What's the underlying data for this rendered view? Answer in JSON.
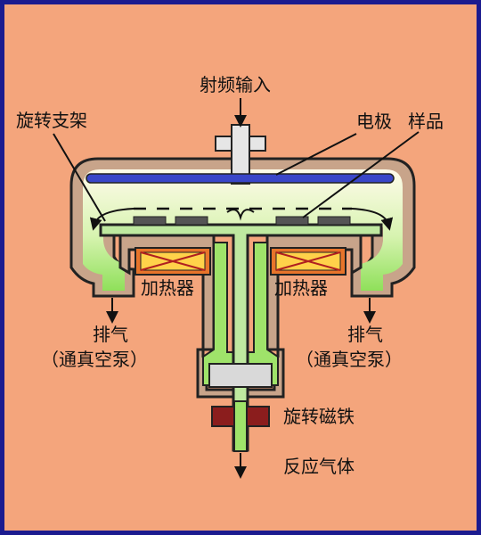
{
  "labels": {
    "rf_input": "射频输入",
    "rotating_support": "旋转支架",
    "electrode": "电极",
    "sample": "样品",
    "heater_left": "加热器",
    "heater_right": "加热器",
    "exhaust_left": "排气",
    "pump_left": "（通真空泵）",
    "exhaust_right": "排气",
    "pump_right": "（通真空泵）",
    "rotating_magnet": "旋转磁铁",
    "reaction_gas": "反应气体"
  },
  "colors": {
    "background": "#f4a57c",
    "border": "#1b1b8f",
    "wall": "#c8a48a",
    "gas": "#9fe36a",
    "electrode": "#3a46c8",
    "heater": "#e8742a",
    "magnet": "#8b1d1d",
    "gray_part": "#d9d9d9"
  }
}
